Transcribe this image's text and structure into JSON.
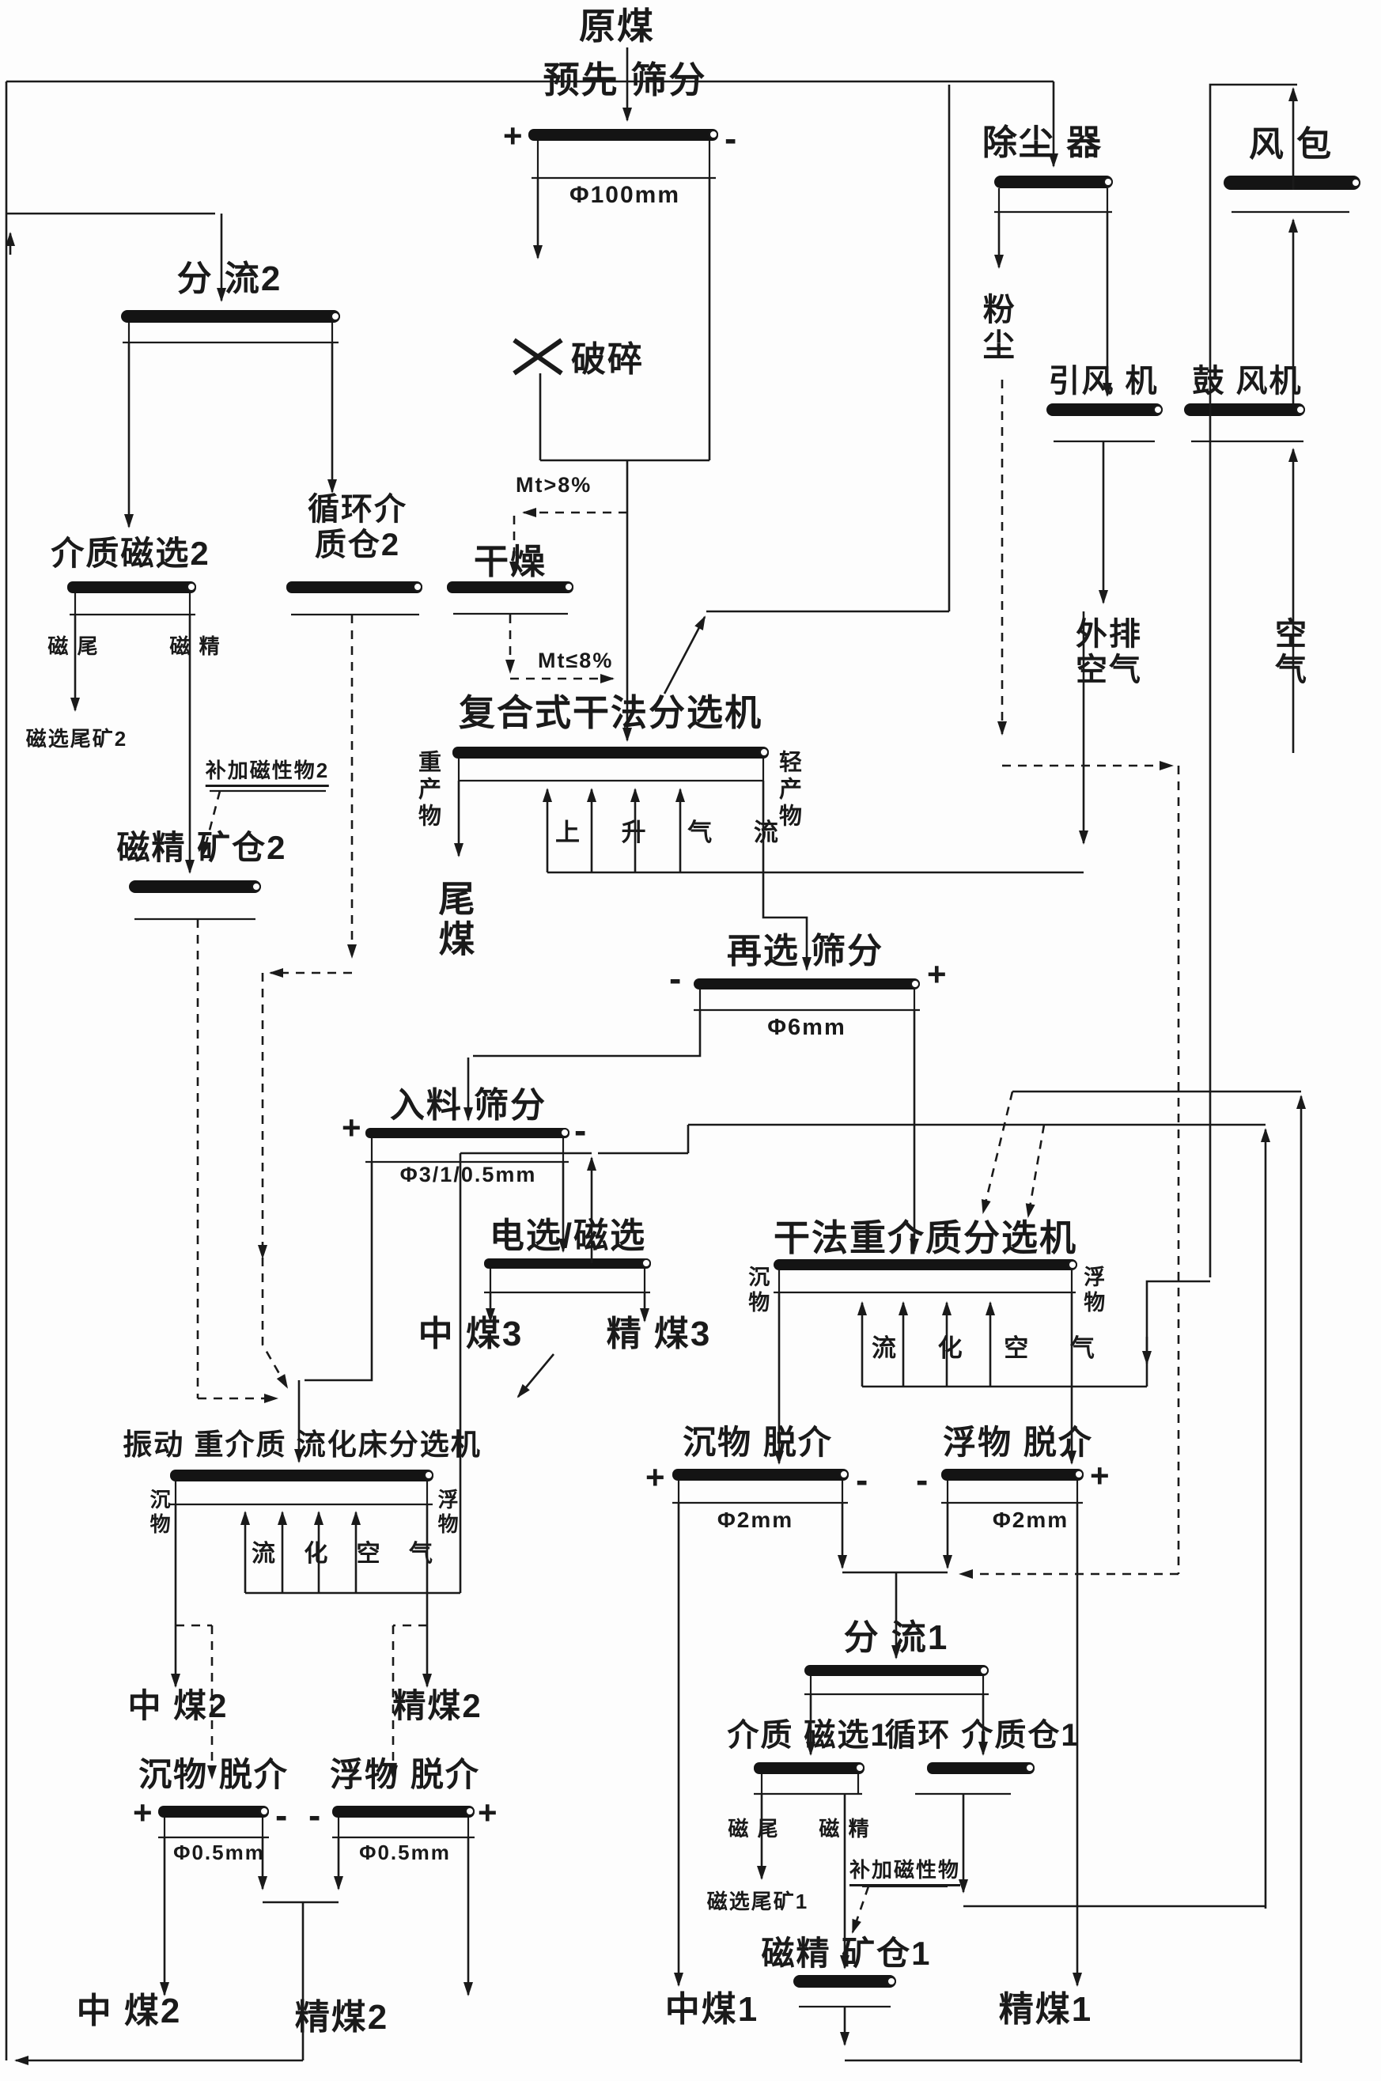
{
  "meta": {
    "type": "process-flow-diagram",
    "subject": "dry coal separation flowsheet",
    "background": "#fdfdfd",
    "ink_color": "#1a1a1a"
  },
  "nodes": {
    "raw_coal": "原煤",
    "pre_screen": "预先 筛分",
    "pre_screen_size": "Φ100mm",
    "crush": "破碎",
    "mt_gt8": "Mt>8%",
    "dry": "干燥",
    "mt_le8": "Mt≤8%",
    "composite": "复合式干法分选机",
    "heavy_product": "重产物",
    "light_product": "轻产物",
    "rising_air": "上 升 气 流",
    "tail_coal": "尾煤",
    "rescreen": "再选 筛分",
    "rescreen_size": "Φ6mm",
    "feed_screen": "入料 筛分",
    "feed_screen_size": "Φ3/1/0.5mm",
    "elec_mag": "电选/磁选",
    "mid_coal3": "中 煤3",
    "clean_coal3": "精 煤3",
    "dry_hm": "干法重介质分选机",
    "sink": "沉物",
    "float": "浮物",
    "fluid_air": "流 化 空 气",
    "sink_demed": "沉物 脱介",
    "float_demed": "浮物 脱介",
    "phi2": "Φ2mm",
    "phi05": "Φ0.5mm",
    "split1": "分 流1",
    "med_mag1": "介质 磁选1",
    "circ_bin1": "循环 介质仓1",
    "mag_tail": "磁 尾",
    "mag_conc": "磁 精",
    "mag_tailings1": "磁选尾矿1",
    "add_mag1": "补加磁性物",
    "mag_conc_bin1": "磁精 矿仓1",
    "mid_coal1": "中煤1",
    "clean_coal1": "精煤1",
    "split2": "分 流2",
    "med_mag2": "介质磁选2",
    "circ_bin2": "循环介\n质仓2",
    "mag_tailings2": "磁选尾矿2",
    "add_mag2": "补加磁性物2",
    "mag_conc_bin2": "磁精 矿仓2",
    "vib": "振动 重介质 流化床分选机",
    "mid_coal2": "中 煤2",
    "clean_coal2": "精煤2",
    "dust_collector": "除尘 器",
    "dust": "粉尘",
    "wind_bag": "风 包",
    "idf": "引风 机",
    "blower": "鼓 风机",
    "exhaust_air": "外排\n空气",
    "air": "空\n气",
    "plus": "+",
    "minus": "-"
  }
}
